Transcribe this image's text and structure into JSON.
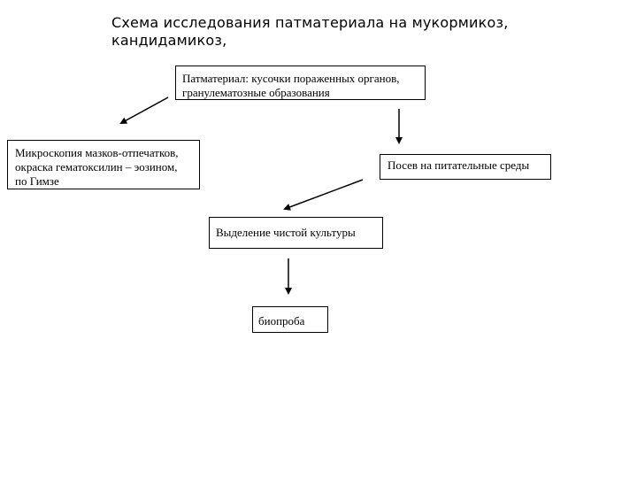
{
  "title": "Схема исследования патматериала на мукормикоз, кандидамикоз,",
  "nodes": {
    "source": "Патматериал: кусочки пораженных органов, гранулематозные образования",
    "microscopy": "Микроскопия мазков-отпечатков, окраска гематоксилин – эозином, по Гимзе",
    "culture": "Посев на питательные среды",
    "pure_culture": "Выделение чистой культуры",
    "bioassay": "биопроба"
  }
}
